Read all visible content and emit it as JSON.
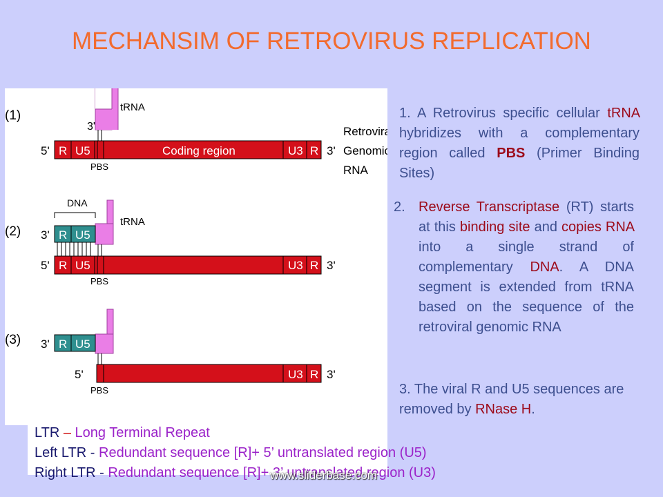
{
  "title": "MECHANSIM OF RETROVIRUS REPLICATION",
  "diagram": {
    "steps": [
      "(1)",
      "(2)",
      "(3)"
    ],
    "trna": "tRNA",
    "three_prime": "3'",
    "five_prime": "5'",
    "R": "R",
    "U5": "U5",
    "U3": "U3",
    "coding_region": "Coding region",
    "PBS": "PBS",
    "DNA": "DNA",
    "genomic_rna": [
      "Retrovira",
      "Genomic",
      "RNA"
    ]
  },
  "para1": {
    "num": "1.",
    "t1": " A Retrovirus specific cellular ",
    "t2": "tRNA",
    "t3": " hybridizes with a complementary region called ",
    "t4": "PBS",
    "t5": " (Primer Binding Sites)"
  },
  "para2": {
    "num": "2.",
    "t1": "Reverse Transcriptase",
    "t2": " (RT) starts at this ",
    "t3": "binding site",
    "t4": " and ",
    "t5": "copies RNA",
    "t6": " into a single strand of complementary ",
    "t7": "DNA",
    "t8": ". A DNA segment is extended from tRNA based on the sequence of the retroviral genomic RNA"
  },
  "para3": {
    "t1": "3. The viral R and U5 sequences are removed by ",
    "t2": "RNase H",
    "t3": "."
  },
  "legend": {
    "l1a": "LTR ",
    "l1b": "– ",
    "l1c": "Long Terminal Repeat",
    "l2a": "Left LTR - ",
    "l2b": "Redundant sequence [R]+ 5’ untranslated region (U5)",
    "l3a": "Right LTR  - ",
    "l3b": "Redundant sequence [R]+ 3’ untranslated region (U3)"
  },
  "watermark": "www.sliderbase.com",
  "colors": {
    "title": "#f26b2e",
    "rna": "#d4101a",
    "dna": "#2f8f8f",
    "trna": "#ea7ee6"
  }
}
